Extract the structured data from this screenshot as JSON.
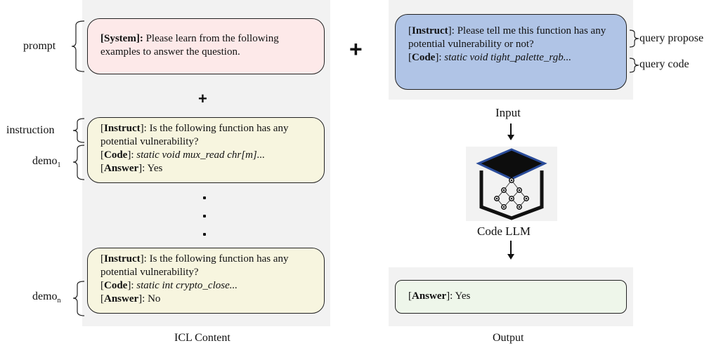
{
  "icl": {
    "section_label": "ICL Content",
    "system_box": {
      "tag": "System",
      "text": " Please learn from the following examples to answer the question."
    },
    "demo1_box": {
      "instruct_tag": "Instruct",
      "instruct_text": ": Is the following function has any potential vulnerability?",
      "code_tag": "Code",
      "code_sep": ": ",
      "code_text": "static void mux_read chr[m]...",
      "answer_tag": "Answer",
      "answer_text": ": Yes"
    },
    "demon_box": {
      "instruct_tag": "Instruct",
      "instruct_text": ": Is the following function has any potential vulnerability?",
      "code_tag": "Code",
      "code_sep": ": ",
      "code_text": "static int crypto_close...",
      "answer_tag": "Answer",
      "answer_text": ": No"
    },
    "labels": {
      "prompt": "prompt",
      "instruction": "instruction",
      "demo1_base": "demo",
      "demo1_sub": "1",
      "demon_base": "demo",
      "demon_sub": "n"
    }
  },
  "input": {
    "instruct_tag": "Instruct",
    "instruct_text": ": Please tell me this function has any potential vulnerability or not?",
    "code_tag": "Code",
    "code_sep": ": ",
    "code_text": "static void tight_palette_rgb...",
    "label": "Input",
    "right_labels": {
      "query_propose": "query propose",
      "query_code": "query code"
    }
  },
  "model": {
    "label": "Code LLM",
    "icon": "code-llm-icon"
  },
  "output": {
    "answer_tag": "Answer",
    "answer_text": ": Yes",
    "section_label": "Output"
  },
  "symbols": {
    "plus": "+"
  },
  "colors": {
    "system_fill": "#fde9e9",
    "demo_fill": "#f7f5df",
    "input_fill": "#b0c4e6",
    "output_fill": "#eef6ea",
    "panel_fill": "#f2f2f2"
  }
}
